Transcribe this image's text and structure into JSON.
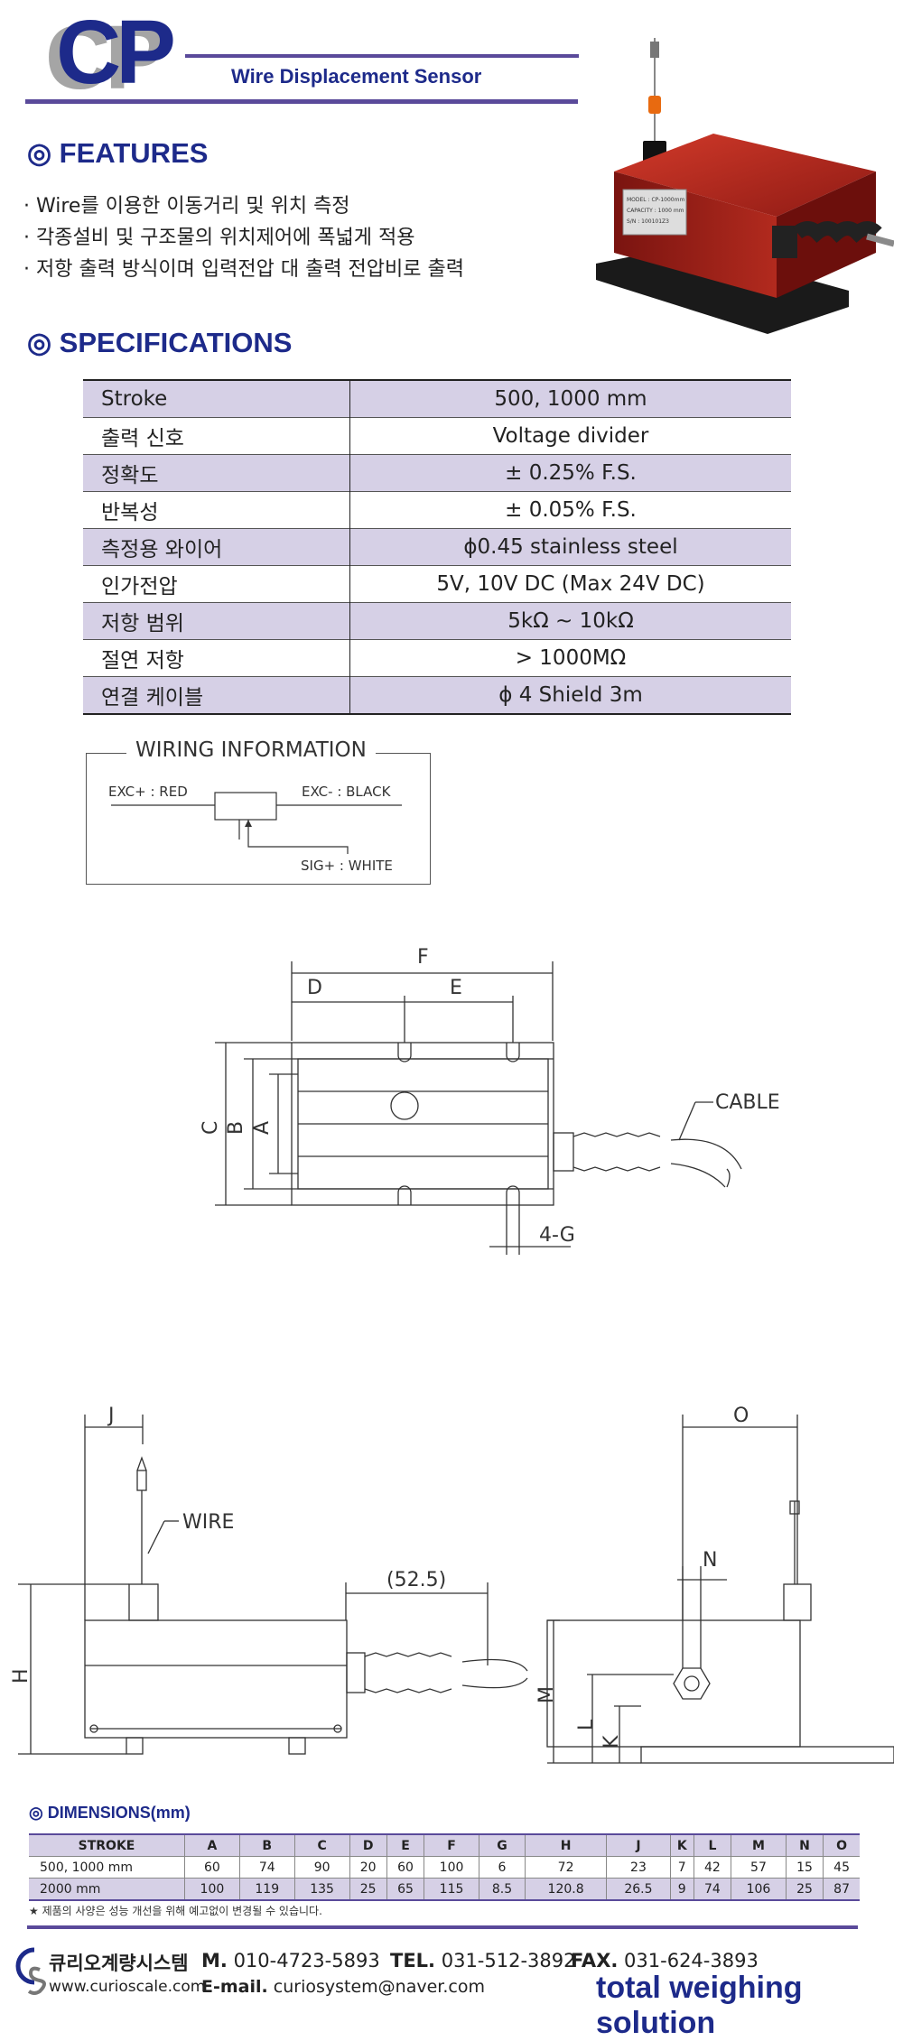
{
  "header": {
    "logo": "CP",
    "subtitle": "Wire Displacement Sensor"
  },
  "features": {
    "title": "◎ FEATURES",
    "items": [
      "· Wire를 이용한 이동거리 및 위치 측정",
      "· 각종설비 및 구조물의 위치제어에 폭넓게 적용",
      "· 저항 출력 방식이며 입력전압 대 출력 전압비로 출력"
    ],
    "product_label": [
      "MODEL : CP-1000mm",
      "CAPACITY : 1000 mm",
      "S/N : 100101Z3"
    ]
  },
  "specifications": {
    "title": "◎ SPECIFICATIONS",
    "rows": [
      {
        "key": "Stroke",
        "value": "500, 1000 mm"
      },
      {
        "key": "출력 신호",
        "value": "Voltage divider"
      },
      {
        "key": "정확도",
        "value": "± 0.25% F.S."
      },
      {
        "key": "반복성",
        "value": "± 0.05% F.S."
      },
      {
        "key": "측정용 와이어",
        "value": "ϕ0.45 stainless steel"
      },
      {
        "key": "인가전압",
        "value": "5V, 10V DC (Max 24V DC)"
      },
      {
        "key": "저항 범위",
        "value": "5kΩ ~ 10kΩ"
      },
      {
        "key": "절연 저항",
        "value": "> 1000MΩ"
      },
      {
        "key": "연결 케이블",
        "value": "ϕ 4 Shield 3m"
      }
    ]
  },
  "wiring": {
    "title": "WIRING INFORMATION",
    "exc_plus": "EXC+ : RED",
    "exc_minus": "EXC- : BLACK",
    "sig_plus": "SIG+ : WHITE"
  },
  "drawing": {
    "top_labels": [
      "F",
      "D",
      "E",
      "C",
      "B",
      "A",
      "CABLE",
      "4-G"
    ],
    "side_labels": [
      "J",
      "WIRE",
      "(52.5)",
      "H"
    ],
    "end_labels": [
      "O",
      "N",
      "M",
      "L",
      "K"
    ]
  },
  "dimensions": {
    "title": "◎ DIMENSIONS(mm)",
    "columns": [
      "STROKE",
      "A",
      "B",
      "C",
      "D",
      "E",
      "F",
      "G",
      "H",
      "J",
      "K",
      "L",
      "M",
      "N",
      "O"
    ],
    "rows": [
      [
        "500, 1000 mm",
        "60",
        "74",
        "90",
        "20",
        "60",
        "100",
        "6",
        "72",
        "23",
        "7",
        "42",
        "57",
        "15",
        "45"
      ],
      [
        "2000 mm",
        "100",
        "119",
        "135",
        "25",
        "65",
        "115",
        "8.5",
        "120.8",
        "26.5",
        "9",
        "74",
        "106",
        "25",
        "87"
      ]
    ],
    "note": "★ 제품의 사양은 성능 개선을 위해 예고없이 변경될 수 있습니다."
  },
  "footer": {
    "company": "큐리오계량시스템",
    "website": "www.curioscale.com",
    "mobile_label": "M.",
    "mobile": "010-4723-5893",
    "tel_label": "TEL.",
    "tel": "031-512-3892",
    "fax_label": "FAX.",
    "fax": "031-624-3893",
    "email_label": "E-mail.",
    "email": "curiosystem@naver.com",
    "tagline": "total weighing solution"
  },
  "colors": {
    "brand_navy": "#1d2a8a",
    "accent_purple": "#5a4a9a",
    "row_shade": "#d6d0e6",
    "product_red": "#b02020"
  }
}
